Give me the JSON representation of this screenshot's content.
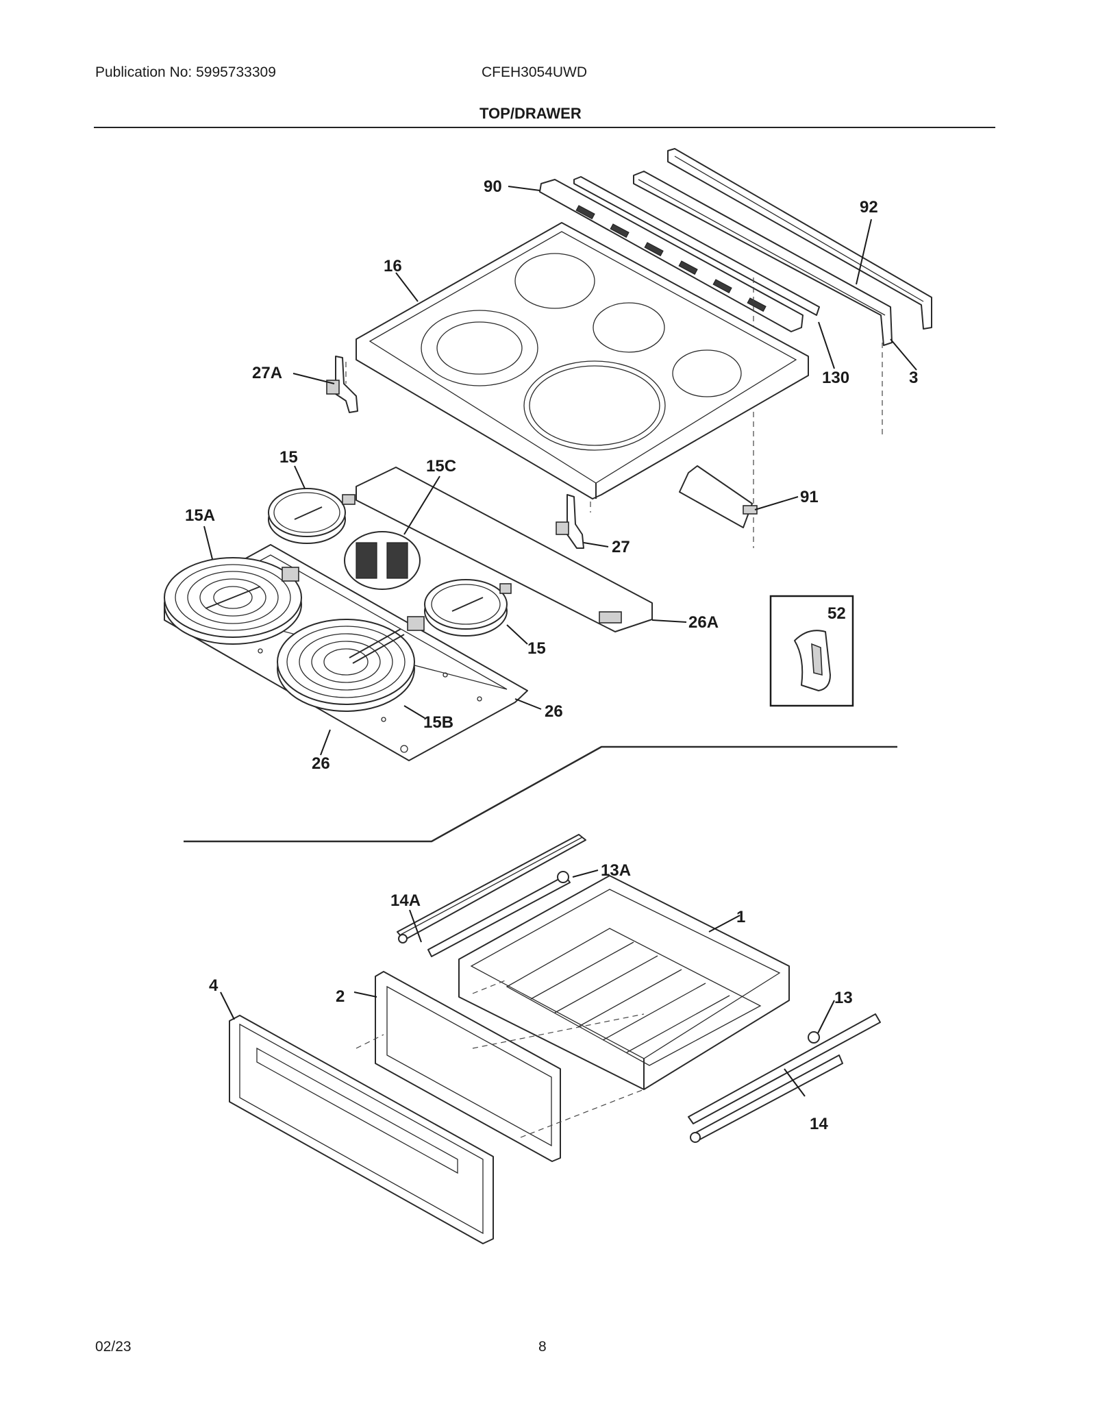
{
  "header": {
    "publication": "Publication No: 5995733309",
    "model": "CFEH3054UWD",
    "section_title": "TOP/DRAWER"
  },
  "callouts": {
    "c90": "90",
    "c92": "92",
    "c16": "16",
    "c27A": "27A",
    "c130": "130",
    "c3": "3",
    "c15_top": "15",
    "c15C": "15C",
    "c15A": "15A",
    "c91": "91",
    "c27": "27",
    "c26A": "26A",
    "c52": "52",
    "c15_mid": "15",
    "c26_right": "26",
    "c15B": "15B",
    "c26_bottom": "26",
    "c13A": "13A",
    "c14A": "14A",
    "c1": "1",
    "c4": "4",
    "c2": "2",
    "c13": "13",
    "c14": "14"
  },
  "footer": {
    "date": "02/23",
    "page_number": "8"
  }
}
